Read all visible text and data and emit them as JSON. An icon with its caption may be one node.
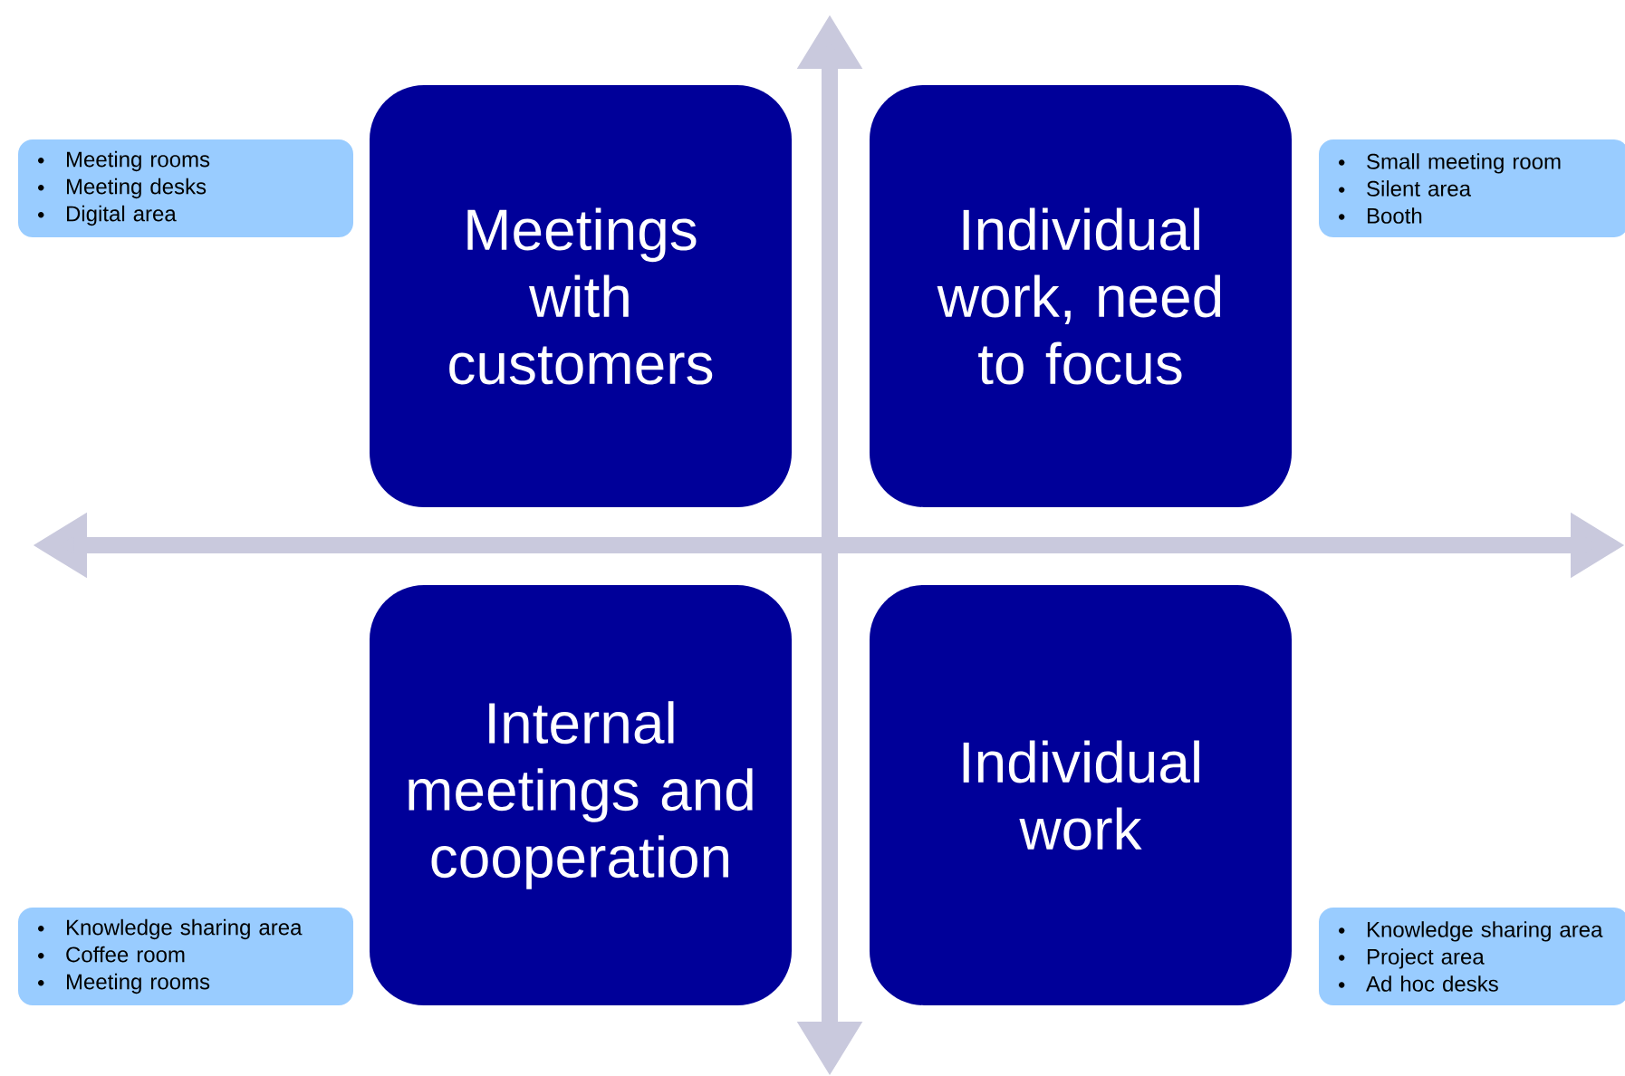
{
  "diagram": {
    "nodes": [
      {
        "text": [
          "Meeting rooms",
          "Meeting desks",
          "Digital area"
        ]
      },
      {
        "text": [
          "Meetings with customers"
        ]
      },
      {
        "text": [
          "Individual work, need to focus"
        ]
      },
      {
        "text": [
          "Small meeting room",
          "Silent area",
          "Booth"
        ]
      },
      {
        "text": [
          "Internal meetings and cooperation"
        ]
      },
      {
        "text": [
          "Individual work"
        ]
      },
      {
        "text": [
          "Knowledge sharing area",
          "Coffee room",
          "Meeting rooms"
        ]
      },
      {
        "text": [
          "Knowledge sharing area",
          "Project area",
          "Ad hoc desks"
        ]
      }
    ]
  }
}
